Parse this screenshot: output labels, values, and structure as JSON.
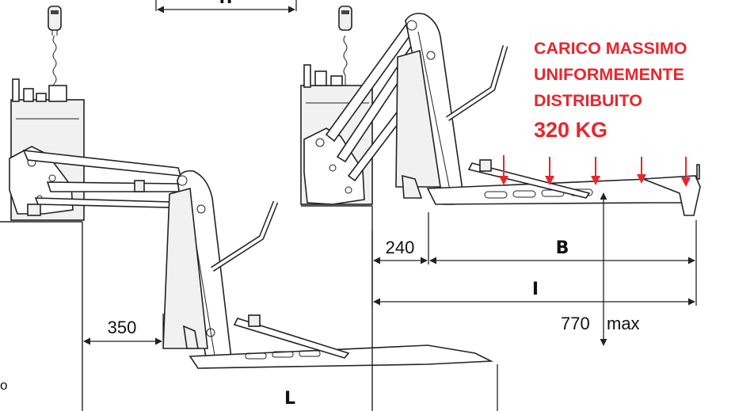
{
  "dimensions": {
    "top_cut_label": "H",
    "dim_350": "350",
    "dim_240": "240",
    "dim_B": "B",
    "dim_I": "I",
    "dim_770": "770",
    "dim_770_suffix": "max",
    "dim_L": "L",
    "edge_letter": "o"
  },
  "load_note": {
    "line1": "CARICO MASSIMO",
    "line2": "UNIFORMEMENTE",
    "line3": "DISTRIBUITO",
    "value": "320 KG"
  },
  "load_arrow_count": 5,
  "colors": {
    "warning_red": "#e8262d",
    "outline": "#222222"
  }
}
